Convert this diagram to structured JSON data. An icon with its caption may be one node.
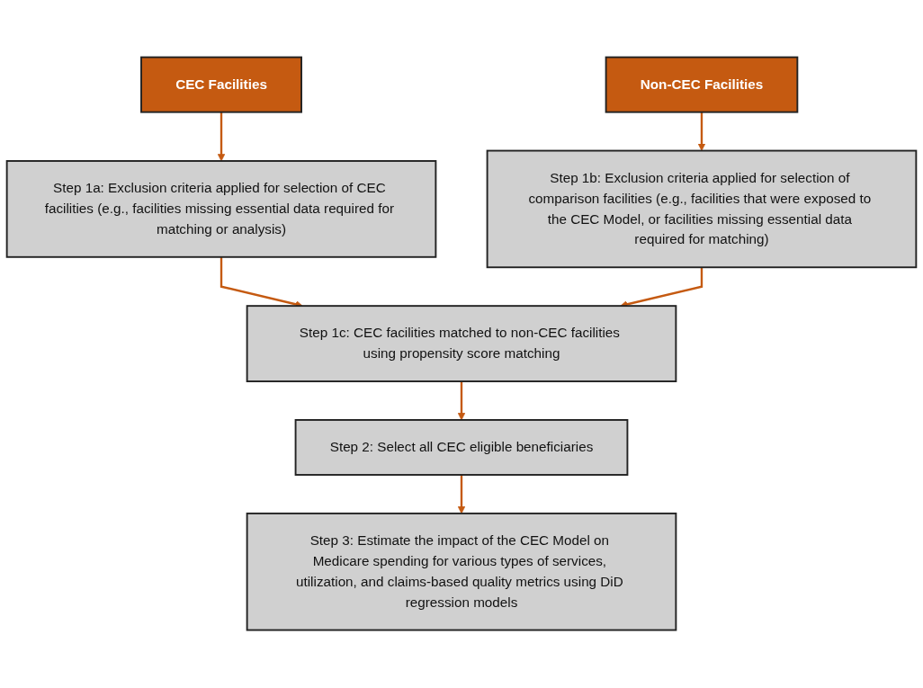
{
  "diagram": {
    "nodes": [
      {
        "text": [
          "CEC Facilities"
        ]
      },
      {
        "text": [
          "Non-CEC Facilities"
        ]
      },
      {
        "text": [
          "Step 1a: Exclusion criteria applied for selection of CEC facilities (e.g., facilities missing essential data required for matching or analysis)"
        ]
      },
      {
        "text": [
          "Step 1b: Exclusion criteria applied for selection of comparison facilities (e.g., facilities that were exposed to the CEC Model, or facilities missing essential data required for matching)"
        ]
      },
      {
        "text": [
          "Step 1c: CEC facilities matched to non-CEC facilities using propensity score matching"
        ]
      },
      {
        "text": [
          "Step 2: Select all CEC eligible beneficiaries"
        ]
      },
      {
        "text": [
          "Step 3: Estimate the impact of the CEC Model on Medicare spending for various types of services, utilization, and claims-based quality metrics using DiD regression models"
        ]
      }
    ],
    "edges": [
      {
        "from": 0,
        "to": 2,
        "arrow": "to"
      },
      {
        "from": 1,
        "to": 3,
        "arrow": "to"
      },
      {
        "from": 2,
        "to": 4,
        "arrow": "to"
      },
      {
        "from": 3,
        "to": 4,
        "arrow": "to"
      },
      {
        "from": 4,
        "to": 5,
        "arrow": "to"
      },
      {
        "from": 5,
        "to": 6,
        "arrow": "to"
      }
    ]
  }
}
